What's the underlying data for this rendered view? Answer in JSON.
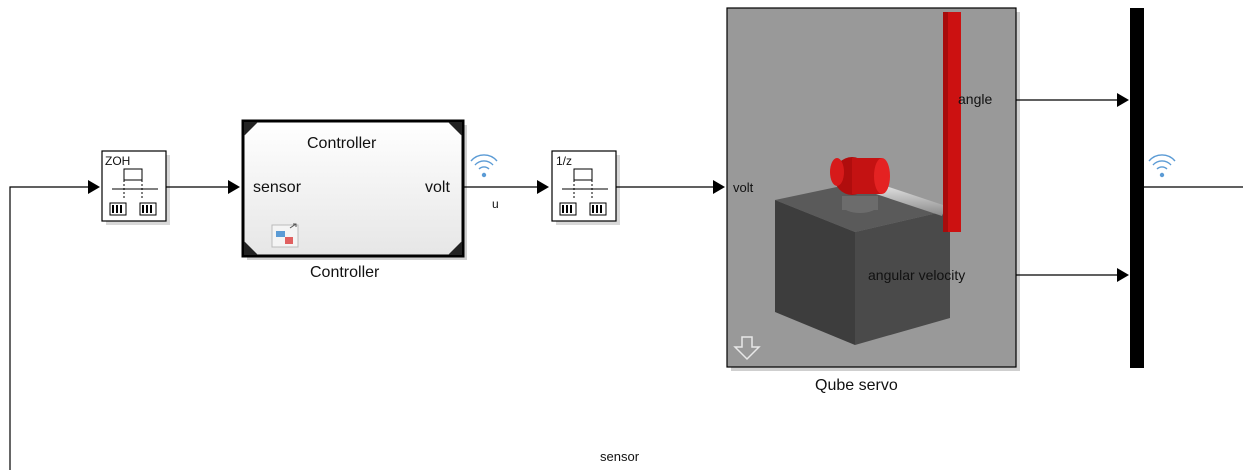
{
  "blocks": {
    "zoh": {
      "tag": "ZOH"
    },
    "controller": {
      "title": "Controller",
      "name": "Controller",
      "input_port": "sensor",
      "output_port": "volt"
    },
    "unit_delay": {
      "tag": "1/z"
    },
    "qube_servo": {
      "name": "Qube servo",
      "input_port": "volt",
      "output_ports": [
        "angle",
        "angular velocity"
      ]
    }
  },
  "signals": {
    "u": "u",
    "sensor": "sensor"
  },
  "colors": {
    "line": "#000000",
    "servo_bg": "#9a9a9a",
    "pendulum": "#cc1111",
    "base": "#444444"
  },
  "icons": [
    "zoh-icon",
    "unit-delay-icon",
    "model-reference-icon",
    "wireless-signal-icon",
    "down-arrow-icon"
  ]
}
